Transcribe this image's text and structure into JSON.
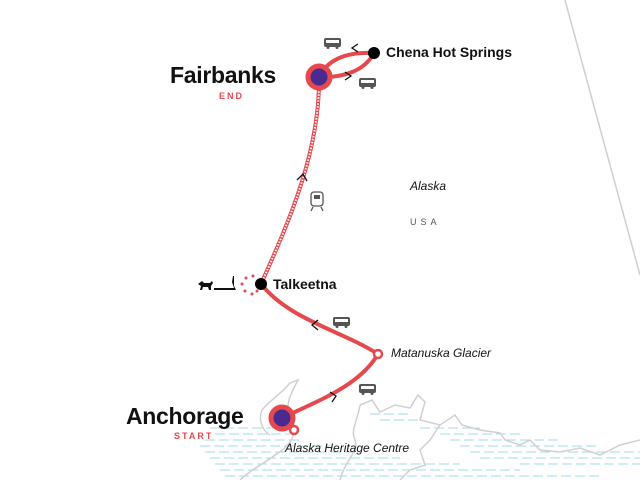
{
  "map": {
    "region_label": "Alaska",
    "country_label": "USA",
    "colors": {
      "route": "#e5484d",
      "endpoint_fill": "#4b2a8f",
      "stop": "#000000",
      "water": "#8fd6e0",
      "border": "#cfcfcf"
    },
    "places": {
      "fairbanks": {
        "name": "Fairbanks",
        "tag": "END"
      },
      "anchorage": {
        "name": "Anchorage",
        "tag": "START"
      },
      "chena": {
        "name": "Chena Hot Springs"
      },
      "talkeetna": {
        "name": "Talkeetna"
      },
      "matanuska": {
        "name": "Matanuska Glacier"
      },
      "heritage": {
        "name": "Alaska Heritage Centre"
      }
    },
    "transport_icons": [
      "bus-icon",
      "bus-icon",
      "train-icon",
      "bus-icon",
      "bus-icon",
      "dog-sled-icon"
    ]
  }
}
